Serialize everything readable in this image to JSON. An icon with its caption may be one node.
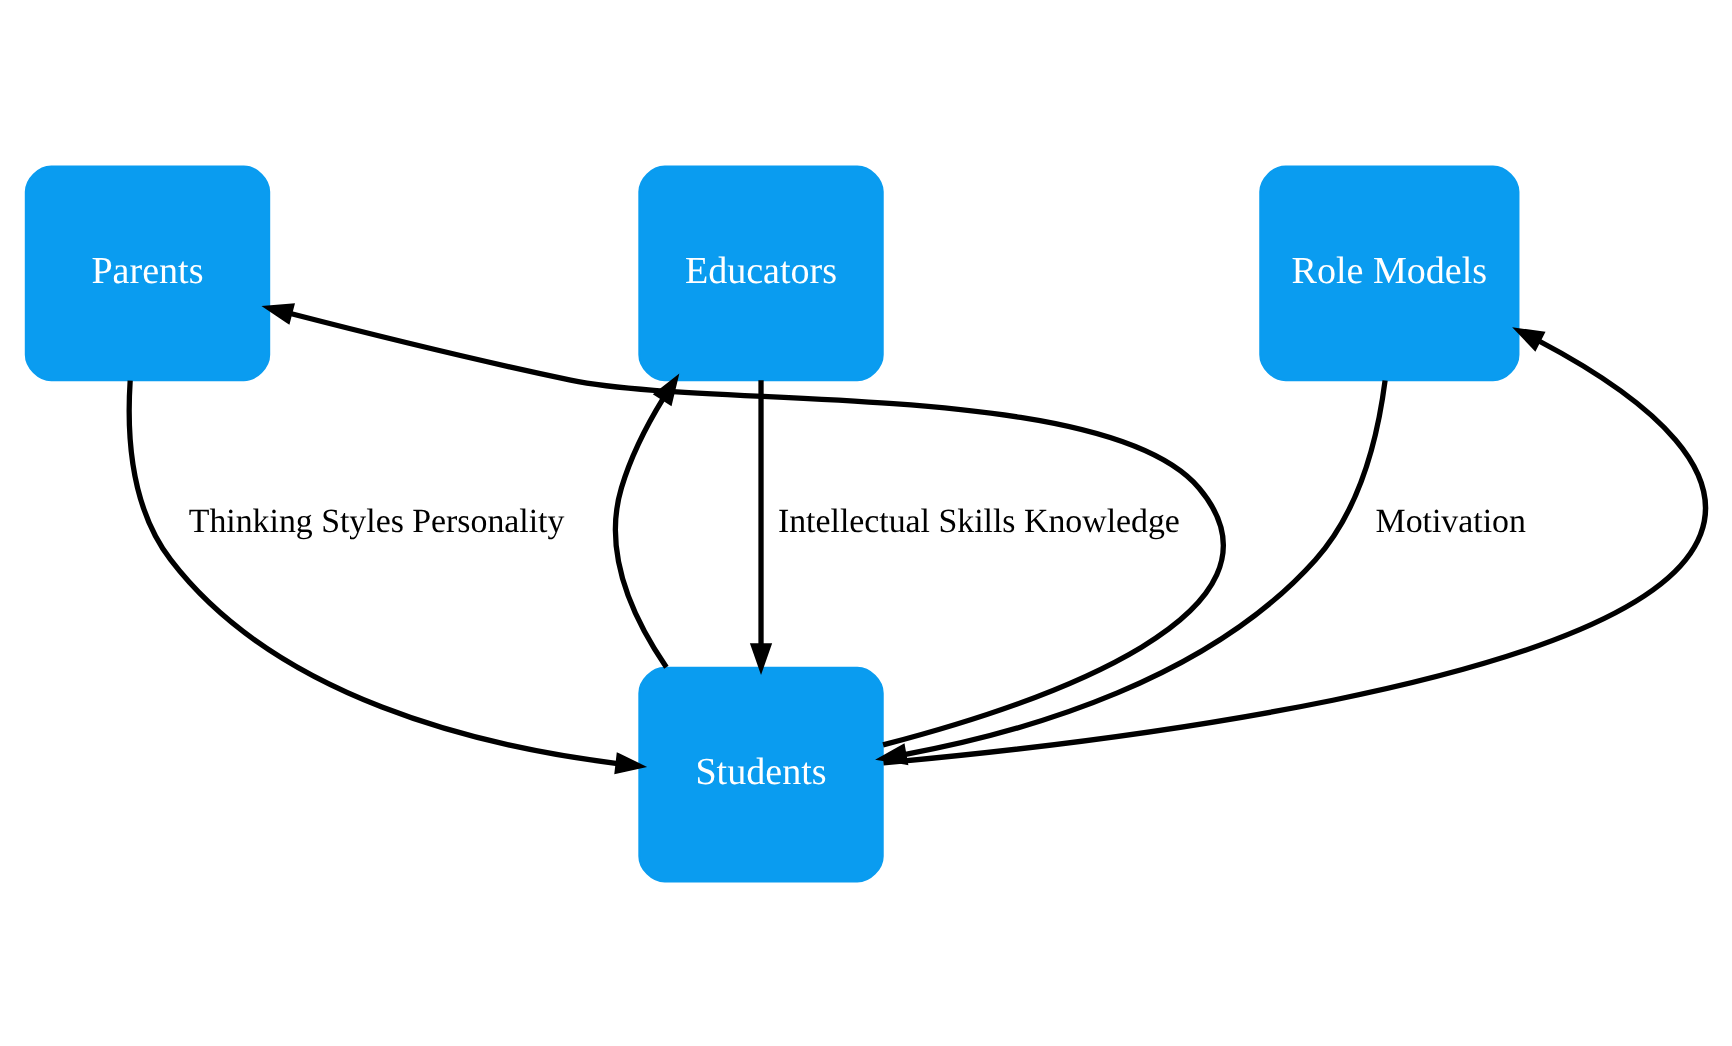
{
  "diagram": {
    "nodes": [
      {
        "text": [
          "Educators"
        ]
      },
      {
        "text": [
          "Parents"
        ]
      },
      {
        "text": [
          "Role Models"
        ]
      },
      {
        "text": [
          "Students"
        ]
      }
    ],
    "edges": [
      {
        "from": 3,
        "to": 0,
        "arrow": "to"
      },
      {
        "from": 0,
        "to": 3,
        "arrow": "to",
        "label": "Intellectual Skills Knowledge"
      },
      {
        "from": 3,
        "to": 1,
        "arrow": "to"
      },
      {
        "from": 1,
        "to": 3,
        "arrow": "to",
        "label": "Thinking Styles Personality"
      },
      {
        "from": 3,
        "to": 2,
        "arrow": "to"
      },
      {
        "from": 2,
        "to": 3,
        "arrow": "to",
        "label": "Motivation"
      }
    ]
  }
}
